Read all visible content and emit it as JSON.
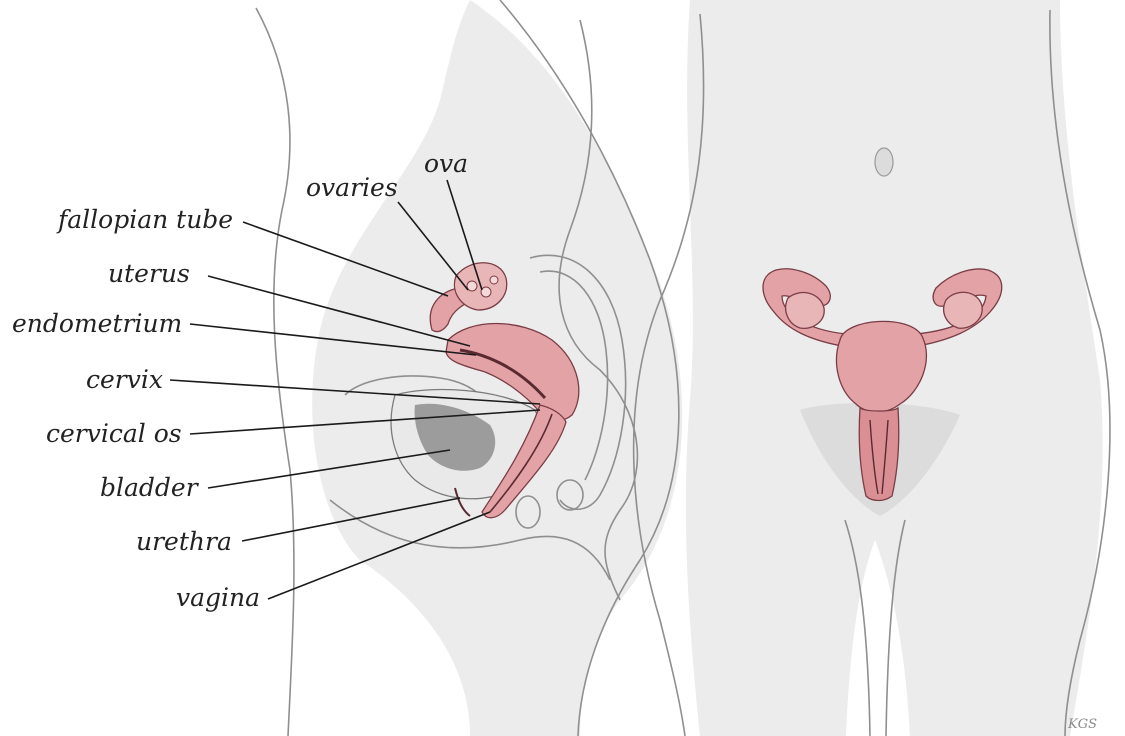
{
  "labels": {
    "ova": "ova",
    "ovaries": "ovaries",
    "fallopian_tube": "fallopian tube",
    "uterus": "uterus",
    "endometrium": "endometrium",
    "cervix": "cervix",
    "cervical_os": "cervical os",
    "bladder": "bladder",
    "urethra": "urethra",
    "vagina": "vagina"
  },
  "signature": "KGS",
  "colors": {
    "organ": "#e3a3a6",
    "organ_dark": "#b65f69",
    "outline": "#8f8f8f",
    "shade": "#ececec",
    "label": "#222222"
  }
}
